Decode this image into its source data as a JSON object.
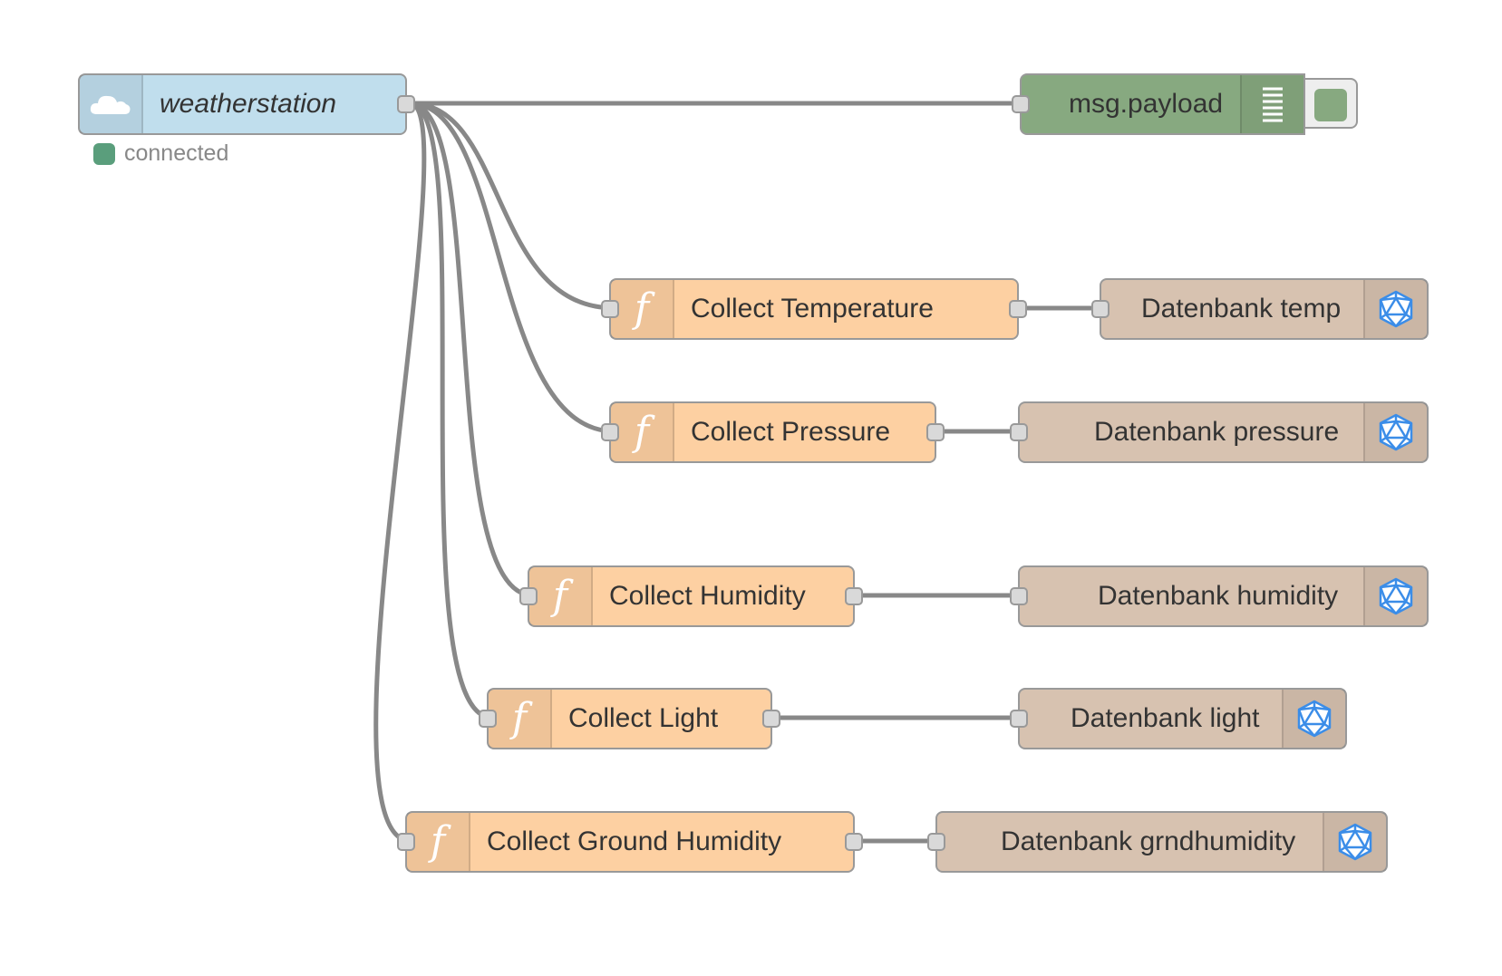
{
  "flow": {
    "mqtt_node": {
      "label": "weatherstation",
      "status": "connected",
      "icon": "cloud-icon"
    },
    "debug_node": {
      "label": "msg.payload",
      "icon": "list-icon"
    },
    "functions": [
      {
        "label": "Collect Temperature",
        "icon": "function-icon"
      },
      {
        "label": "Collect Pressure",
        "icon": "function-icon"
      },
      {
        "label": "Collect Humidity",
        "icon": "function-icon"
      },
      {
        "label": "Collect Light",
        "icon": "function-icon"
      },
      {
        "label": "Collect Ground Humidity",
        "icon": "function-icon"
      }
    ],
    "databases": [
      {
        "label": "Datenbank temp",
        "icon": "database-icon"
      },
      {
        "label": "Datenbank pressure",
        "icon": "database-icon"
      },
      {
        "label": "Datenbank humidity",
        "icon": "database-icon"
      },
      {
        "label": "Datenbank light",
        "icon": "database-icon"
      },
      {
        "label": "Datenbank grndhumidity",
        "icon": "database-icon"
      }
    ]
  },
  "colors": {
    "mqtt": "#c0deed",
    "function": "#fdd0a2",
    "database": "#d7c2b0",
    "debug": "#87a980",
    "wire": "#888888",
    "status_connected": "#5a9e7c"
  }
}
